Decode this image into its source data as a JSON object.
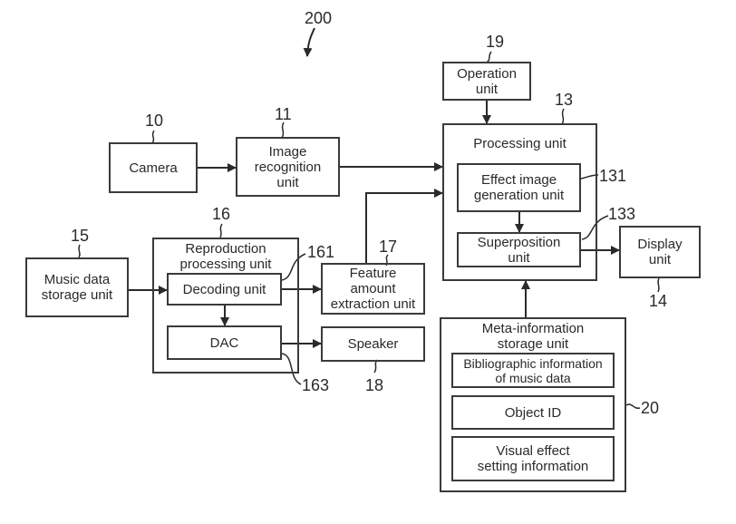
{
  "figure_ref": "200",
  "blocks": {
    "camera": {
      "label": "Camera",
      "ref": "10"
    },
    "image_recognition": {
      "label": "Image\nrecognition\nunit",
      "ref": "11"
    },
    "processing": {
      "label": "Processing unit",
      "ref": "13"
    },
    "effect_image": {
      "label": "Effect image\ngeneration unit",
      "ref": "131"
    },
    "superposition": {
      "label": "Superposition\nunit",
      "ref": "133"
    },
    "display": {
      "label": "Display\nunit",
      "ref": "14"
    },
    "music_storage": {
      "label": "Music data\nstorage unit",
      "ref": "15"
    },
    "reproduction": {
      "label": "Reproduction\nprocessing unit",
      "ref": "16"
    },
    "decoding": {
      "label": "Decoding unit",
      "ref": "161"
    },
    "dac": {
      "label": "DAC",
      "ref": "163"
    },
    "feature": {
      "label": "Feature\namount\nextraction unit",
      "ref": "17"
    },
    "speaker": {
      "label": "Speaker",
      "ref": "18"
    },
    "operation": {
      "label": "Operation\nunit",
      "ref": "19"
    },
    "meta": {
      "label": "Meta-information\nstorage unit",
      "ref": "20",
      "items": [
        "Bibliographic information\nof music data",
        "Object ID",
        "Visual effect\nsetting information"
      ]
    }
  }
}
